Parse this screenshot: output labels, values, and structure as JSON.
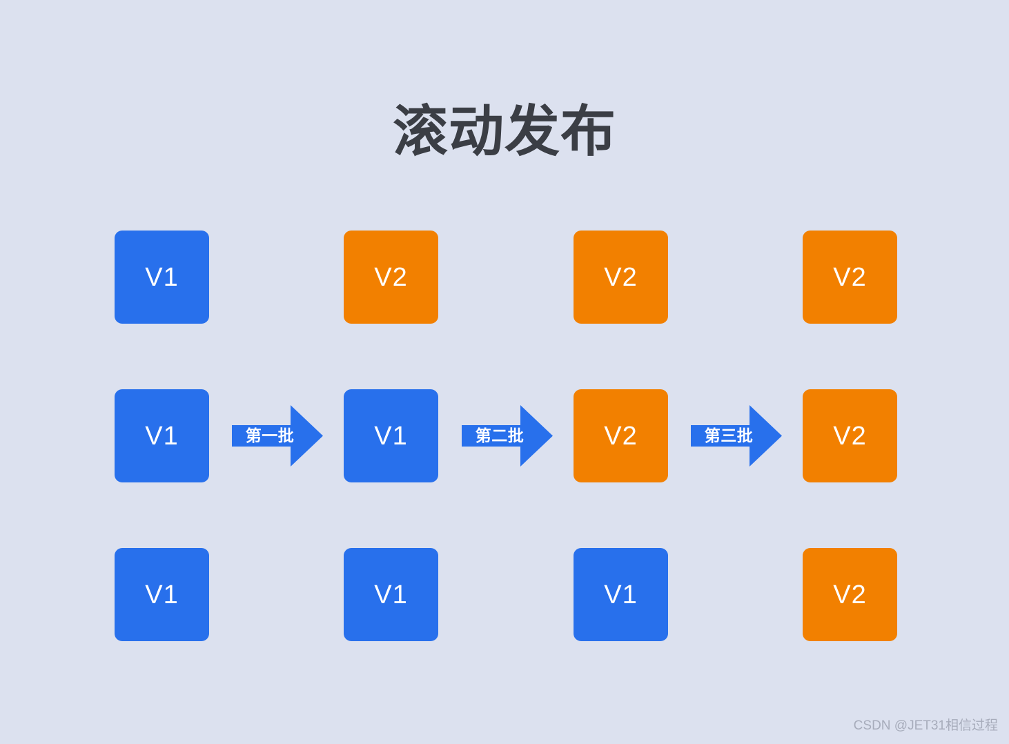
{
  "slide": {
    "title": "滚动发布",
    "background_color": "#dce1ef",
    "title_color": "#3b3e45"
  },
  "legend_colors": {
    "v1_color": "#2870ec",
    "v2_color": "#f28000",
    "arrow_color": "#2870ec",
    "arrow_label_color": "#ffffff"
  },
  "grid": {
    "columns": 4,
    "rows": 3,
    "stages": [
      {
        "name": "stage-1",
        "nodes": [
          {
            "label": "V1",
            "version": "v1"
          },
          {
            "label": "V1",
            "version": "v1"
          },
          {
            "label": "V1",
            "version": "v1"
          }
        ]
      },
      {
        "name": "stage-2",
        "nodes": [
          {
            "label": "V2",
            "version": "v2"
          },
          {
            "label": "V1",
            "version": "v1"
          },
          {
            "label": "V1",
            "version": "v1"
          }
        ]
      },
      {
        "name": "stage-3",
        "nodes": [
          {
            "label": "V2",
            "version": "v2"
          },
          {
            "label": "V2",
            "version": "v2"
          },
          {
            "label": "V1",
            "version": "v1"
          }
        ]
      },
      {
        "name": "stage-4",
        "nodes": [
          {
            "label": "V2",
            "version": "v2"
          },
          {
            "label": "V2",
            "version": "v2"
          },
          {
            "label": "V2",
            "version": "v2"
          }
        ]
      }
    ],
    "cells": {
      "r1c1": "V1",
      "r1c2": "V2",
      "r1c3": "V2",
      "r1c4": "V2",
      "r2c1": "V1",
      "r2c2": "V1",
      "r2c3": "V2",
      "r2c4": "V2",
      "r3c1": "V1",
      "r3c2": "V1",
      "r3c3": "V1",
      "r3c4": "V2"
    }
  },
  "arrows": [
    {
      "label": "第一批"
    },
    {
      "label": "第二批"
    },
    {
      "label": "第三批"
    }
  ],
  "watermark": {
    "text": "CSDN @JET31相信过程"
  }
}
